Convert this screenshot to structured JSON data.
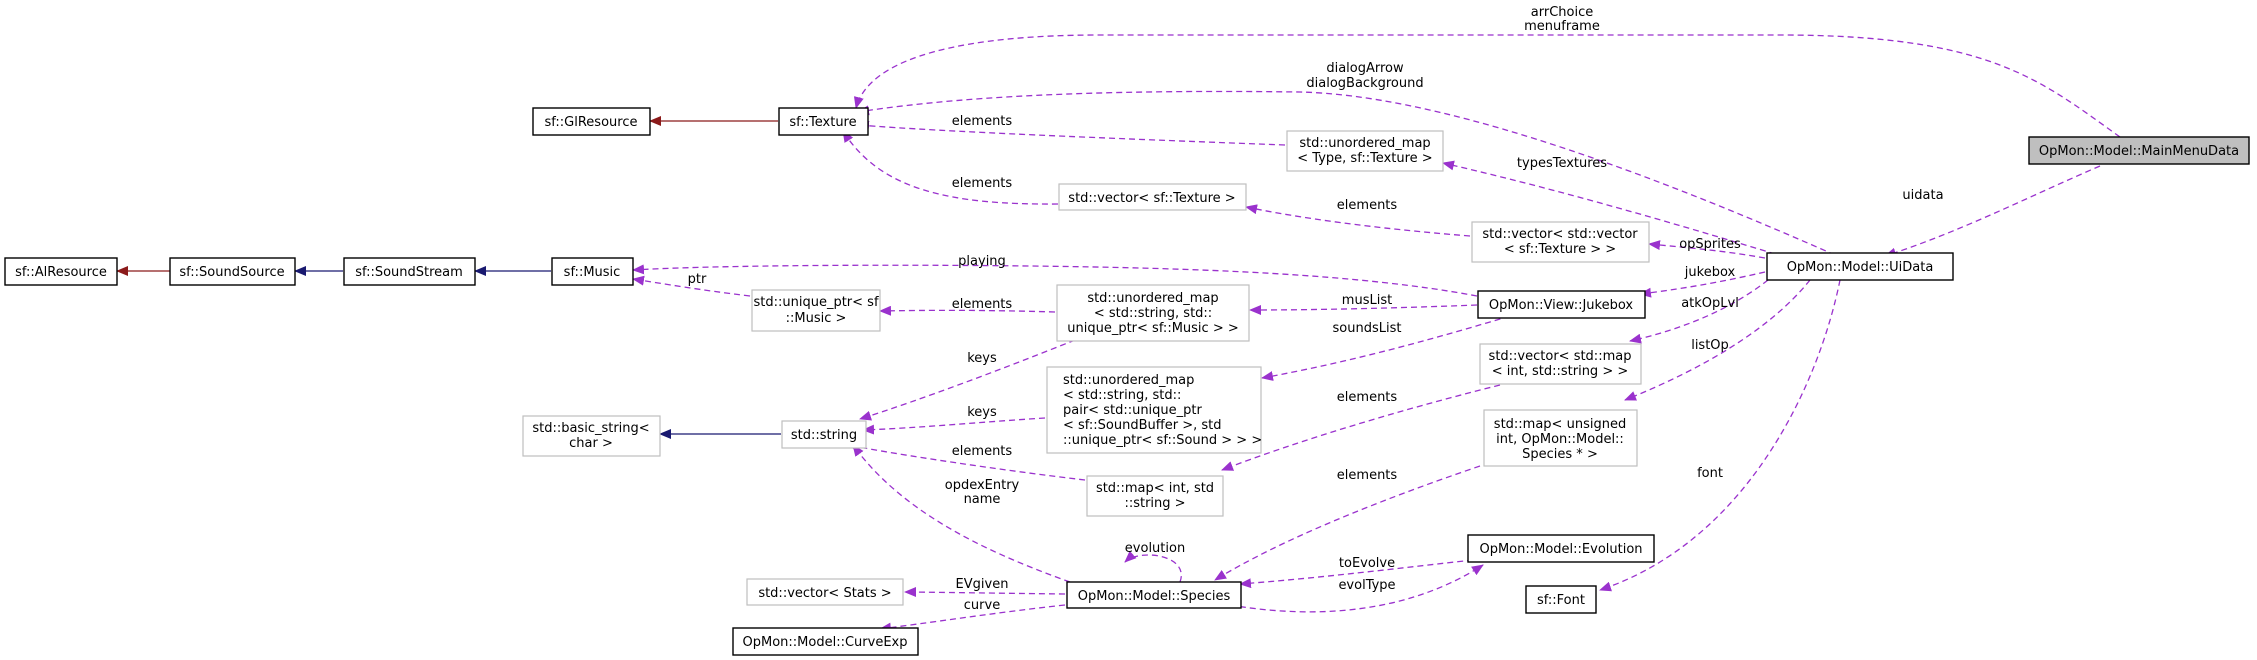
{
  "nodes": {
    "main_menu_data": "OpMon::Model::MainMenuData",
    "ui_data": "OpMon::Model::UiData",
    "texture": "sf::Texture",
    "gl_resource": "sf::GlResource",
    "umap_type_texture": [
      "std::unordered_map",
      "< Type, sf::Texture >"
    ],
    "vector_texture": "std::vector< sf::Texture >",
    "vector_vector_texture": [
      "std::vector< std::vector",
      "< sf::Texture > >"
    ],
    "al_resource": "sf::AlResource",
    "sound_source": "sf::SoundSource",
    "sound_stream": "sf::SoundStream",
    "music": "sf::Music",
    "unique_ptr_music": [
      "std::unique_ptr< sf",
      "::Music >"
    ],
    "umap_string_music": [
      "std::unordered_map",
      "< std::string, std::",
      "unique_ptr< sf::Music > >"
    ],
    "jukebox": "OpMon::View::Jukebox",
    "vector_map_int_string": [
      "std::vector< std::map",
      "< int, std::string > >"
    ],
    "umap_string_sound": [
      "std::unordered_map",
      "< std::string, std::",
      "pair< std::unique_ptr",
      "< sf::SoundBuffer >, std",
      "::unique_ptr< sf::Sound > > >"
    ],
    "basic_string": [
      "std::basic_string<",
      "char >"
    ],
    "string": "std::string",
    "map_int_string": [
      "std::map< int, std",
      "::string >"
    ],
    "map_unsigned_species": [
      "std::map< unsigned",
      "int, OpMon::Model::",
      "Species * >"
    ],
    "species": "OpMon::Model::Species",
    "evolution": "OpMon::Model::Evolution",
    "font": "sf::Font",
    "vector_stats": "std::vector< Stats >",
    "curve_exp": "OpMon::Model::CurveExp"
  },
  "edge_labels": {
    "arr_choice": [
      "arrChoice",
      "menuframe"
    ],
    "dialog": [
      "dialogArrow",
      "dialogBackground"
    ],
    "elements_umap_texture": "elements",
    "elements_vector_texture": "elements",
    "elements_vv_texture": "elements",
    "types_textures": "typesTextures",
    "uidata": "uidata",
    "op_sprites": "opSprites",
    "playing": "playing",
    "ptr": "ptr",
    "elements_unique_music": "elements",
    "mus_list": "musList",
    "jukebox": "jukebox",
    "atk_op_lvl": "atkOpLvl",
    "list_op": "listOp",
    "sounds_list": "soundsList",
    "keys_music": "keys",
    "keys_sound": "keys",
    "elements_vector_map": "elements",
    "elements_map_string": "elements",
    "opdex_entry": [
      "opdexEntry",
      "name"
    ],
    "elements_map_species": "elements",
    "font": "font",
    "evolution": "evolution",
    "to_evolve": "toEvolve",
    "evol_type": "evolType",
    "ev_given": "EVgiven",
    "curve": "curve"
  },
  "colors": {
    "usage_edge": "#9a32cd",
    "inheritance_public": "#191970",
    "inheritance_protected": "#8b1a1a",
    "focus_fill": "#bfbfbf",
    "external_border": "#bfbfbf"
  }
}
